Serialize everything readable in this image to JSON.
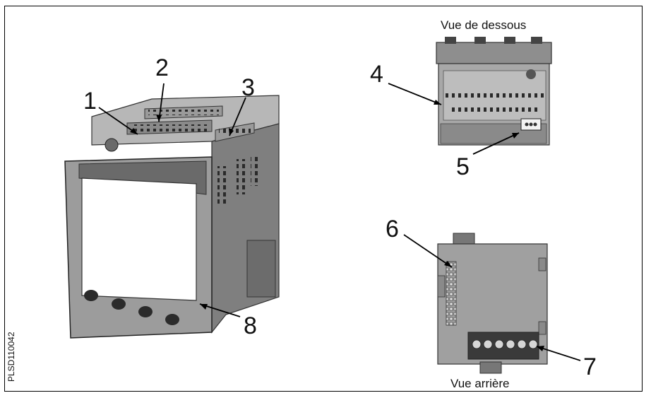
{
  "document": {
    "reference_code": "PLSD110042"
  },
  "views": {
    "bottom_view_label": "Vue de dessous",
    "rear_view_label": "Vue arrière"
  },
  "callouts": [
    "1",
    "2",
    "3",
    "4",
    "5",
    "6",
    "7",
    "8"
  ],
  "colors": {
    "device_body": "#8e8e8e",
    "device_dark": "#5a5a5a",
    "device_light": "#c4c4c4",
    "screen": "#ffffff",
    "line": "#111111"
  }
}
